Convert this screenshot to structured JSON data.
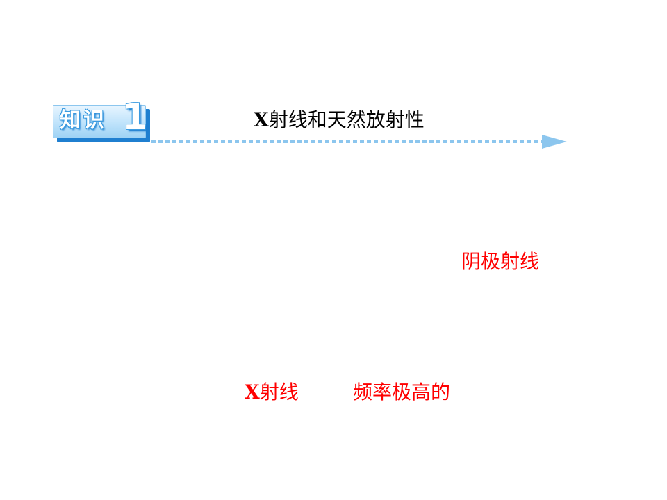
{
  "badge": {
    "label": "知识",
    "number": "1"
  },
  "title": {
    "x_letter": "X",
    "rest": "射线和天然放射性"
  },
  "answers": {
    "cathode_rays": "阴极射线",
    "xray_letter": "X",
    "xray_rest": "射线",
    "high_freq": "频率极高的"
  },
  "colors": {
    "accent_blue": "#8cc6ee",
    "answer_red": "#ff0000"
  }
}
